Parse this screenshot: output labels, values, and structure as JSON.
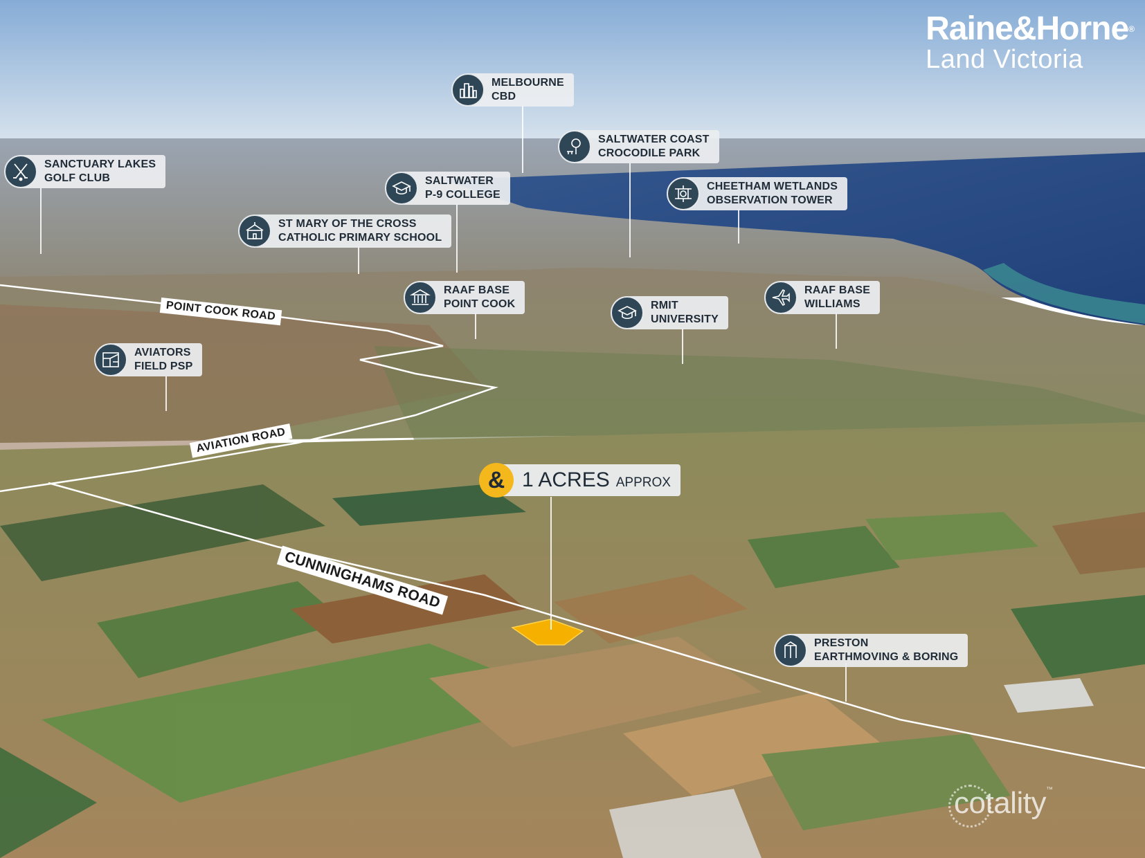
{
  "brand": {
    "line1": "Raine&Horne",
    "registered": "®",
    "line2": "Land Victoria"
  },
  "hero": {
    "icon_text": "&",
    "size": "1 ACRES",
    "qualifier": "APPROX",
    "marker_color": "#f5b000"
  },
  "watermark": {
    "name": "cotality",
    "trademark": "™"
  },
  "roads": {
    "point_cook": "POINT COOK ROAD",
    "aviation": "AVIATION ROAD",
    "cunninghams": "CUNNINGHAMS ROAD"
  },
  "landmarks": {
    "melbourne_cbd": {
      "line1": "MELBOURNE",
      "line2": "CBD",
      "icon": "city-icon"
    },
    "sanctuary_lakes": {
      "line1": "SANCTUARY LAKES",
      "line2": "GOLF CLUB",
      "icon": "golf-icon"
    },
    "saltwater_college": {
      "line1": "SALTWATER",
      "line2": "P-9 COLLEGE",
      "icon": "graduation-cap-icon"
    },
    "saltwater_coast": {
      "line1": "SALTWATER COAST",
      "line2": "CROCODILE PARK",
      "icon": "park-icon"
    },
    "cheetham": {
      "line1": "CHEETHAM WETLANDS",
      "line2": "OBSERVATION TOWER",
      "icon": "tower-icon"
    },
    "st_mary": {
      "line1": "ST MARY OF THE CROSS",
      "line2": "CATHOLIC PRIMARY SCHOOL",
      "icon": "school-icon"
    },
    "raaf_point_cook": {
      "line1": "RAAF BASE",
      "line2": "POINT COOK",
      "icon": "building-columns-icon"
    },
    "rmit": {
      "line1": "RMIT",
      "line2": "UNIVERSITY",
      "icon": "graduation-cap-icon"
    },
    "raaf_williams": {
      "line1": "RAAF BASE",
      "line2": "WILLIAMS",
      "icon": "jet-icon"
    },
    "aviators": {
      "line1": "AVIATORS",
      "line2": "FIELD PSP",
      "icon": "map-plan-icon"
    },
    "preston": {
      "line1": "PRESTON",
      "line2": "EARTHMOVING & BORING",
      "icon": "drill-icon"
    }
  },
  "colors": {
    "sky_top": "#8fb4d8",
    "sea": "#2b4f8a",
    "land": "#9a8a6c",
    "badge": "#2f4656",
    "accent": "#f4b81c"
  }
}
